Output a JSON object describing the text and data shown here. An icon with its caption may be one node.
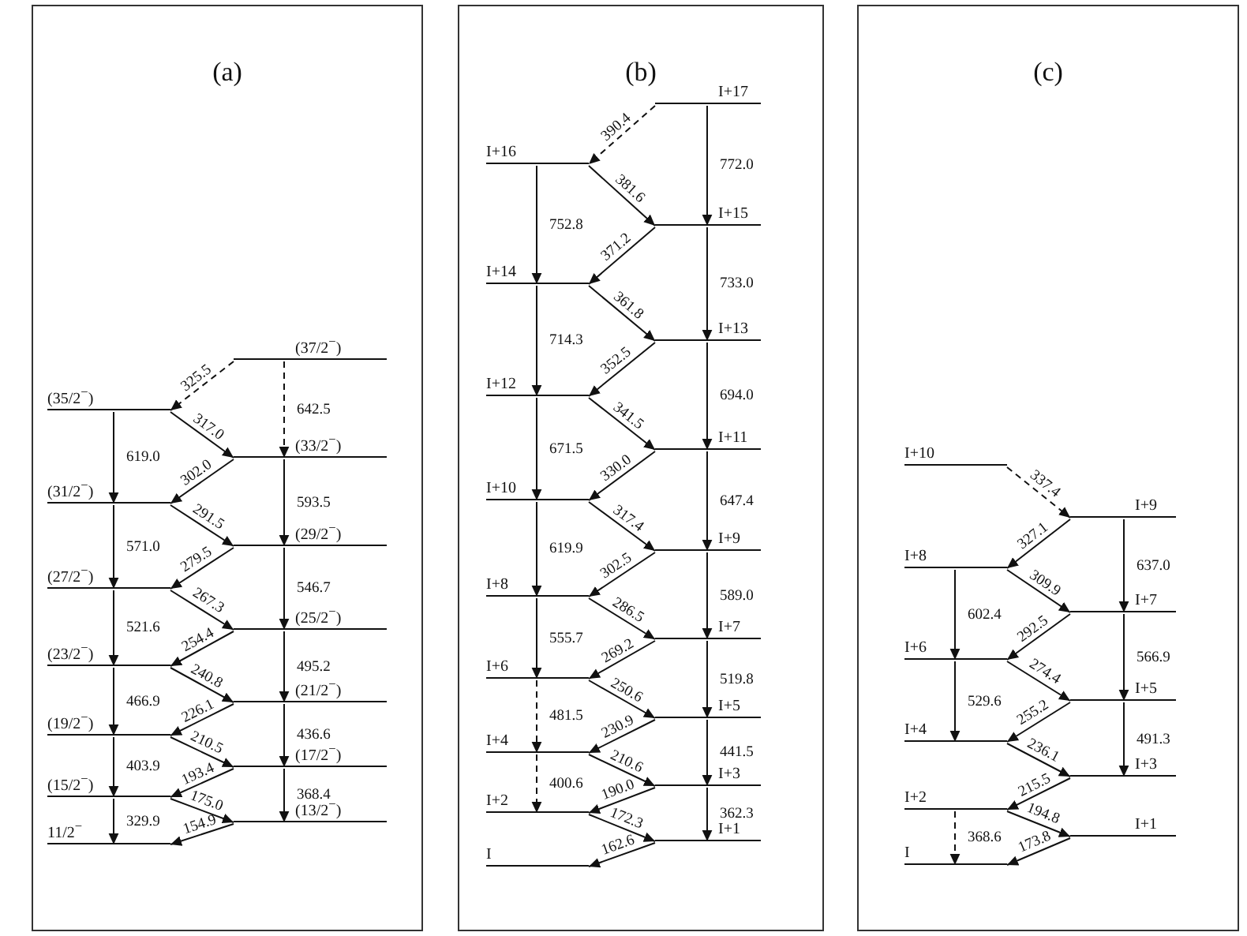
{
  "diagram": {
    "nodes": [
      {
        "text": [
          "(a)"
        ]
      },
      {
        "text": [
          "(37/2$^{−}$)"
        ],
        "in": 0
      },
      {
        "text": [
          "(35/2$^{−}$)"
        ],
        "in": 0
      },
      {
        "text": [
          "(33/2$^{−}$)"
        ],
        "in": 0
      },
      {
        "text": [
          "(31/2$^{−}$)"
        ],
        "in": 0
      },
      {
        "text": [
          "(29/2$^{−}$)"
        ],
        "in": 0
      },
      {
        "text": [
          "(27/2$^{−}$)"
        ],
        "in": 0
      },
      {
        "text": [
          "(25/2$^{−}$)"
        ],
        "in": 0
      },
      {
        "text": [
          "(23/2$^{−}$)"
        ],
        "in": 0
      },
      {
        "text": [
          "(21/2$^{−}$)"
        ],
        "in": 0
      },
      {
        "text": [
          "(19/2$^{−}$)"
        ],
        "in": 0
      },
      {
        "text": [
          "(17/2$^{−}$)"
        ],
        "in": 0
      },
      {
        "text": [
          "(15/2$^{−}$)"
        ],
        "in": 0
      },
      {
        "text": [
          "(13/2$^{−}$)"
        ],
        "in": 0
      },
      {
        "text": [
          "11/2$^{−}$"
        ],
        "in": 0
      },
      {
        "text": [
          "(b)"
        ]
      },
      {
        "text": [
          "I+17"
        ],
        "in": 15
      },
      {
        "text": [
          "I+16"
        ],
        "in": 15
      },
      {
        "text": [
          "I+15"
        ],
        "in": 15
      },
      {
        "text": [
          "I+14"
        ],
        "in": 15
      },
      {
        "text": [
          "I+13"
        ],
        "in": 15
      },
      {
        "text": [
          "I+12"
        ],
        "in": 15
      },
      {
        "text": [
          "I+11"
        ],
        "in": 15
      },
      {
        "text": [
          "I+10"
        ],
        "in": 15
      },
      {
        "text": [
          "I+9"
        ],
        "in": 15
      },
      {
        "text": [
          "I+8"
        ],
        "in": 15
      },
      {
        "text": [
          "I+7"
        ],
        "in": 15
      },
      {
        "text": [
          "I+6"
        ],
        "in": 15
      },
      {
        "text": [
          "I+5"
        ],
        "in": 15
      },
      {
        "text": [
          "I+4"
        ],
        "in": 15
      },
      {
        "text": [
          "I+3"
        ],
        "in": 15
      },
      {
        "text": [
          "I+2"
        ],
        "in": 15
      },
      {
        "text": [
          "I+1"
        ],
        "in": 15
      },
      {
        "text": [
          "I"
        ],
        "in": 15
      },
      {
        "text": [
          "(c)"
        ]
      },
      {
        "text": [
          "I+10"
        ],
        "in": 34
      },
      {
        "text": [
          "I+9"
        ],
        "in": 34
      },
      {
        "text": [
          "I+8"
        ],
        "in": 34
      },
      {
        "text": [
          "I+7"
        ],
        "in": 34
      },
      {
        "text": [
          "I+6"
        ],
        "in": 34
      },
      {
        "text": [
          "I+5"
        ],
        "in": 34
      },
      {
        "text": [
          "I+4"
        ],
        "in": 34
      },
      {
        "text": [
          "I+3"
        ],
        "in": 34
      },
      {
        "text": [
          "I+2"
        ],
        "in": 34
      },
      {
        "text": [
          "I+1"
        ],
        "in": 34
      },
      {
        "text": [
          "I"
        ],
        "in": 34
      }
    ],
    "edges": [
      {
        "from": 1,
        "to": 2,
        "arrow": "to",
        "label": "325.5",
        "style": "dashed"
      },
      {
        "from": 2,
        "to": 3,
        "arrow": "to",
        "label": "317.0"
      },
      {
        "from": 3,
        "to": 4,
        "arrow": "to",
        "label": "302.0"
      },
      {
        "from": 4,
        "to": 5,
        "arrow": "to",
        "label": "291.5"
      },
      {
        "from": 5,
        "to": 6,
        "arrow": "to",
        "label": "279.5"
      },
      {
        "from": 6,
        "to": 7,
        "arrow": "to",
        "label": "267.3"
      },
      {
        "from": 7,
        "to": 8,
        "arrow": "to",
        "label": "254.4"
      },
      {
        "from": 8,
        "to": 9,
        "arrow": "to",
        "label": "240.8"
      },
      {
        "from": 9,
        "to": 10,
        "arrow": "to",
        "label": "226.1"
      },
      {
        "from": 10,
        "to": 11,
        "arrow": "to",
        "label": "210.5"
      },
      {
        "from": 11,
        "to": 12,
        "arrow": "to",
        "label": "193.4"
      },
      {
        "from": 12,
        "to": 13,
        "arrow": "to",
        "label": "175.0"
      },
      {
        "from": 13,
        "to": 14,
        "arrow": "to",
        "label": "154.9"
      },
      {
        "from": 2,
        "to": 4,
        "arrow": "to",
        "label": "619.0"
      },
      {
        "from": 4,
        "to": 6,
        "arrow": "to",
        "label": "571.0"
      },
      {
        "from": 6,
        "to": 8,
        "arrow": "to",
        "label": "521.6"
      },
      {
        "from": 8,
        "to": 10,
        "arrow": "to",
        "label": "466.9"
      },
      {
        "from": 10,
        "to": 12,
        "arrow": "to",
        "label": "403.9"
      },
      {
        "from": 12,
        "to": 14,
        "arrow": "to",
        "label": "329.9"
      },
      {
        "from": 1,
        "to": 3,
        "arrow": "to",
        "label": "642.5",
        "style": "dashed"
      },
      {
        "from": 3,
        "to": 5,
        "arrow": "to",
        "label": "593.5"
      },
      {
        "from": 5,
        "to": 7,
        "arrow": "to",
        "label": "546.7"
      },
      {
        "from": 7,
        "to": 9,
        "arrow": "to",
        "label": "495.2"
      },
      {
        "from": 9,
        "to": 11,
        "arrow": "to",
        "label": "436.6"
      },
      {
        "from": 11,
        "to": 13,
        "arrow": "to",
        "label": "368.4"
      },
      {
        "from": 16,
        "to": 17,
        "arrow": "to",
        "label": "390.4",
        "style": "dashed"
      },
      {
        "from": 17,
        "to": 18,
        "arrow": "to",
        "label": "381.6"
      },
      {
        "from": 18,
        "to": 19,
        "arrow": "to",
        "label": "371.2"
      },
      {
        "from": 19,
        "to": 20,
        "arrow": "to",
        "label": "361.8"
      },
      {
        "from": 20,
        "to": 21,
        "arrow": "to",
        "label": "352.5"
      },
      {
        "from": 21,
        "to": 22,
        "arrow": "to",
        "label": "341.5"
      },
      {
        "from": 22,
        "to": 23,
        "arrow": "to",
        "label": "330.0"
      },
      {
        "from": 23,
        "to": 24,
        "arrow": "to",
        "label": "317.4"
      },
      {
        "from": 24,
        "to": 25,
        "arrow": "to",
        "label": "302.5"
      },
      {
        "from": 25,
        "to": 26,
        "arrow": "to",
        "label": "286.5"
      },
      {
        "from": 26,
        "to": 27,
        "arrow": "to",
        "label": "269.2"
      },
      {
        "from": 27,
        "to": 28,
        "arrow": "to",
        "label": "250.6"
      },
      {
        "from": 28,
        "to": 29,
        "arrow": "to",
        "label": "230.9"
      },
      {
        "from": 29,
        "to": 30,
        "arrow": "to",
        "label": "210.6"
      },
      {
        "from": 30,
        "to": 31,
        "arrow": "to",
        "label": "190.0"
      },
      {
        "from": 31,
        "to": 32,
        "arrow": "to",
        "label": "172.3"
      },
      {
        "from": 32,
        "to": 33,
        "arrow": "to",
        "label": "162.6"
      },
      {
        "from": 17,
        "to": 19,
        "arrow": "to",
        "label": "752.8"
      },
      {
        "from": 19,
        "to": 21,
        "arrow": "to",
        "label": "714.3"
      },
      {
        "from": 21,
        "to": 23,
        "arrow": "to",
        "label": "671.5"
      },
      {
        "from": 23,
        "to": 25,
        "arrow": "to",
        "label": "619.9"
      },
      {
        "from": 25,
        "to": 27,
        "arrow": "to",
        "label": "555.7"
      },
      {
        "from": 27,
        "to": 29,
        "arrow": "to",
        "label": "481.5",
        "style": "dashed"
      },
      {
        "from": 29,
        "to": 31,
        "arrow": "to",
        "label": "400.6",
        "style": "dashed"
      },
      {
        "from": 16,
        "to": 18,
        "arrow": "to",
        "label": "772.0"
      },
      {
        "from": 18,
        "to": 20,
        "arrow": "to",
        "label": "733.0"
      },
      {
        "from": 20,
        "to": 22,
        "arrow": "to",
        "label": "694.0"
      },
      {
        "from": 22,
        "to": 24,
        "arrow": "to",
        "label": "647.4"
      },
      {
        "from": 24,
        "to": 26,
        "arrow": "to",
        "label": "589.0"
      },
      {
        "from": 26,
        "to": 28,
        "arrow": "to",
        "label": "519.8"
      },
      {
        "from": 28,
        "to": 30,
        "arrow": "to",
        "label": "441.5"
      },
      {
        "from": 30,
        "to": 32,
        "arrow": "to",
        "label": "362.3"
      },
      {
        "from": 35,
        "to": 36,
        "arrow": "to",
        "label": "337.4",
        "style": "dashed"
      },
      {
        "from": 36,
        "to": 37,
        "arrow": "to",
        "label": "327.1"
      },
      {
        "from": 37,
        "to": 38,
        "arrow": "to",
        "label": "309.9"
      },
      {
        "from": 38,
        "to": 39,
        "arrow": "to",
        "label": "292.5"
      },
      {
        "from": 39,
        "to": 40,
        "arrow": "to",
        "label": "274.4"
      },
      {
        "from": 40,
        "to": 41,
        "arrow": "to",
        "label": "255.2"
      },
      {
        "from": 41,
        "to": 42,
        "arrow": "to",
        "label": "236.1"
      },
      {
        "from": 42,
        "to": 43,
        "arrow": "to",
        "label": "215.5"
      },
      {
        "from": 43,
        "to": 44,
        "arrow": "to",
        "label": "194.8"
      },
      {
        "from": 44,
        "to": 45,
        "arrow": "to",
        "label": "173.8"
      },
      {
        "from": 37,
        "to": 39,
        "arrow": "to",
        "label": "602.4"
      },
      {
        "from": 39,
        "to": 41,
        "arrow": "to",
        "label": "529.6"
      },
      {
        "from": 43,
        "to": 45,
        "arrow": "to",
        "label": "368.6",
        "style": "dashed"
      },
      {
        "from": 36,
        "to": 38,
        "arrow": "to",
        "label": "637.0"
      },
      {
        "from": 38,
        "to": 40,
        "arrow": "to",
        "label": "566.9"
      },
      {
        "from": 40,
        "to": 42,
        "arrow": "to",
        "label": "491.3"
      }
    ]
  }
}
